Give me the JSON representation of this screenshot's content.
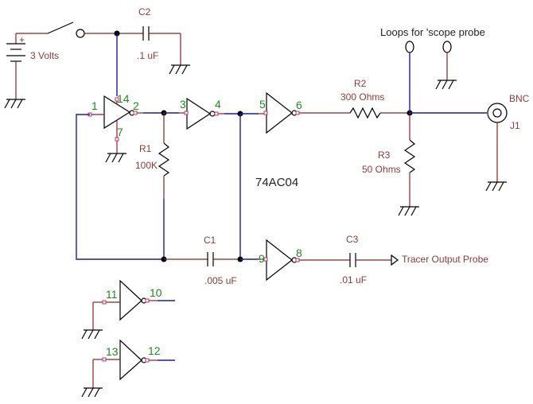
{
  "battery": {
    "plus": "+",
    "label": "3 Volts"
  },
  "capacitors": {
    "c1": {
      "ref": "C1",
      "value": ".005 uF"
    },
    "c2": {
      "ref": "C2",
      "value": ".1 uF"
    },
    "c3": {
      "ref": "C3",
      "value": ".01 uF"
    }
  },
  "resistors": {
    "r1": {
      "ref": "R1",
      "value": "100K"
    },
    "r2": {
      "ref": "R2",
      "value": "300 Ohms"
    },
    "r3": {
      "ref": "R3",
      "value": "50 Ohms"
    }
  },
  "ic": {
    "part": "74AC04"
  },
  "pins": {
    "p1": "1",
    "p2": "2",
    "p3": "3",
    "p4": "4",
    "p5": "5",
    "p6": "6",
    "p7": "7",
    "p8": "8",
    "p9": "9",
    "p10": "10",
    "p11": "11",
    "p12": "12",
    "p13": "13",
    "p14": "14"
  },
  "connector": {
    "type": "BNC",
    "ref": "J1"
  },
  "probe_loops": "Loops for 'scope probe",
  "output": "Tracer Output Probe"
}
